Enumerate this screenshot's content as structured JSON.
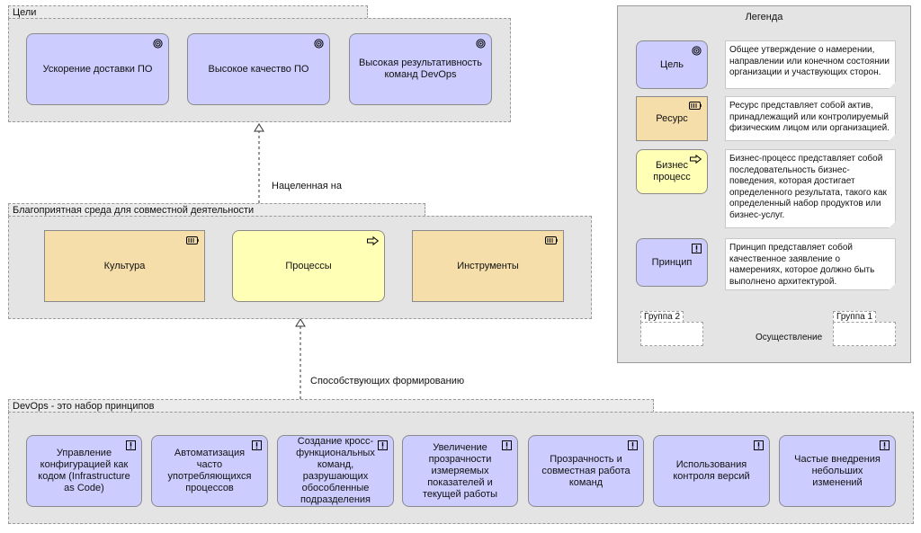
{
  "groups": {
    "goals": {
      "title": "Цели",
      "items": [
        "Ускорение доставки ПО",
        "Высокое качество ПО",
        "Высокая результативность команд DevOps"
      ]
    },
    "environment": {
      "title": "Благоприятная среда для совместной деятельности",
      "items": [
        {
          "label": "Культура",
          "kind": "resource"
        },
        {
          "label": "Процессы",
          "kind": "process"
        },
        {
          "label": "Инструменты",
          "kind": "resource"
        }
      ]
    },
    "principles": {
      "title": "DevOps - это набор принципов",
      "items": [
        "Управление конфигурацией как кодом (Infrastructure as Code)",
        "Автоматизация часто употребляющихся процессов",
        "Создание кросс-функциональных команд, разрушающих обособленные подразделения",
        "Увеличение прозрачности измеряемых показателей и текущей работы",
        "Прозрачность и совместная работа команд",
        "Использования контроля версий",
        "Частые внедрения небольших изменений"
      ]
    }
  },
  "relations": {
    "goals_env": "Нацеленная на",
    "env_principles": "Способствующих формированию"
  },
  "legend": {
    "title": "Легенда",
    "entries": [
      {
        "label": "Цель",
        "kind": "goal",
        "text": "Общее утверждение о намерении, направлении или конечном состоянии организации и участвующих сторон."
      },
      {
        "label": "Ресурс",
        "kind": "resource",
        "text": "Ресурс представляет собой актив, принадлежащий или контролируемый физическим лицом или организацией."
      },
      {
        "label": "Бизнес процесс",
        "kind": "process",
        "text": "Бизнес-процесс представляет собой последовательность бизнес-поведения, которая достигает определенного результата, такого как определенный набор продуктов или бизнес-услуг."
      },
      {
        "label": "Принцип",
        "kind": "principle",
        "text": "Принцип представляет собой качественное заявление о намерениях, которое должно быть выполнено архитектурой."
      }
    ],
    "group2": "Группа 2",
    "group1": "Группа 1",
    "realization": "Осуществление"
  },
  "colors": {
    "goal": "#ccccff",
    "principle": "#ccccff",
    "resource": "#f5deaa",
    "process": "#ffffb5",
    "group_fill": "#e4e4e4"
  },
  "icons": {
    "goal": "target-icon",
    "resource": "battery-icon",
    "process": "arrow-icon",
    "principle": "exclamation-icon"
  }
}
